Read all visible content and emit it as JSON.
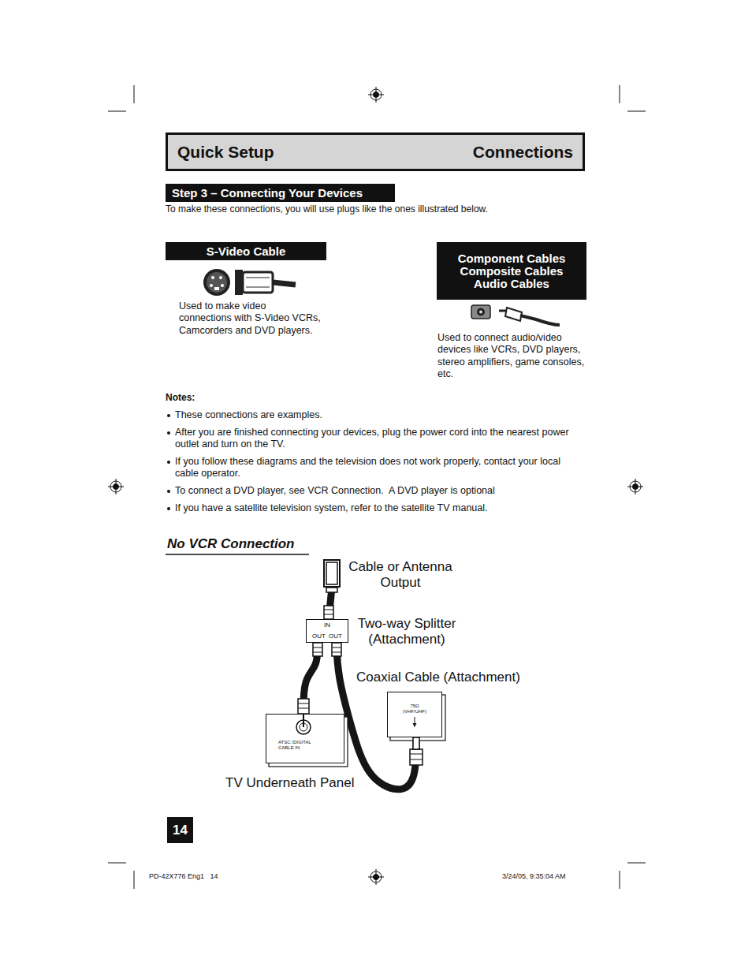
{
  "diagram": {
    "title": "No VCR Connection",
    "nodes": [
      {
        "text": [
          "Quick Setup",
          "Connections"
        ]
      },
      {
        "text": [
          "Step 3 – Connecting Your Devices"
        ]
      },
      {
        "text": [
          "S-Video Cable"
        ]
      },
      {
        "text": [
          "Component Cables Composite Cables Audio Cables"
        ]
      },
      {
        "text": [
          "Cable or Antenna Output"
        ]
      },
      {
        "text": [
          "IN",
          "OUT OUT"
        ]
      },
      {
        "text": [
          "75Ω (VHF/UHF)"
        ]
      },
      {
        "text": [
          "ATSC /DIGITAL CABLE IN"
        ]
      },
      {
        "text": [
          "14"
        ]
      }
    ],
    "edges": [
      {
        "from": 4,
        "to": 5,
        "arrow": "none"
      },
      {
        "from": 5,
        "to": 7,
        "arrow": "none"
      },
      {
        "from": 5,
        "to": 6,
        "arrow": "none"
      }
    ],
    "labels": [
      "To make these connections, you will use plugs like the ones illustrated below.",
      "Used to make video connections with S-Video VCRs, Camcorders and DVD players.",
      "Used to connect audio/video devices like VCRs, DVD players, stereo amplifiers, game consoles, etc.",
      "Notes:",
      "These connections are examples.",
      "After you are finished connecting your devices, plug the power cord into the nearest power outlet and turn on the TV.",
      "If you follow these diagrams and the television does not work properly, contact your local cable operator.",
      "To connect a DVD player, see VCR Connection.  A DVD player is optional",
      "If you have a satellite television system, refer to the satellite TV manual.",
      "Two-way Splitter (Attachment)",
      "Coaxial Cable (Attachment)",
      "TV Underneath Panel",
      "PD-42X776 Eng1   14",
      "3/24/05, 9:35:04 AM"
    ]
  }
}
